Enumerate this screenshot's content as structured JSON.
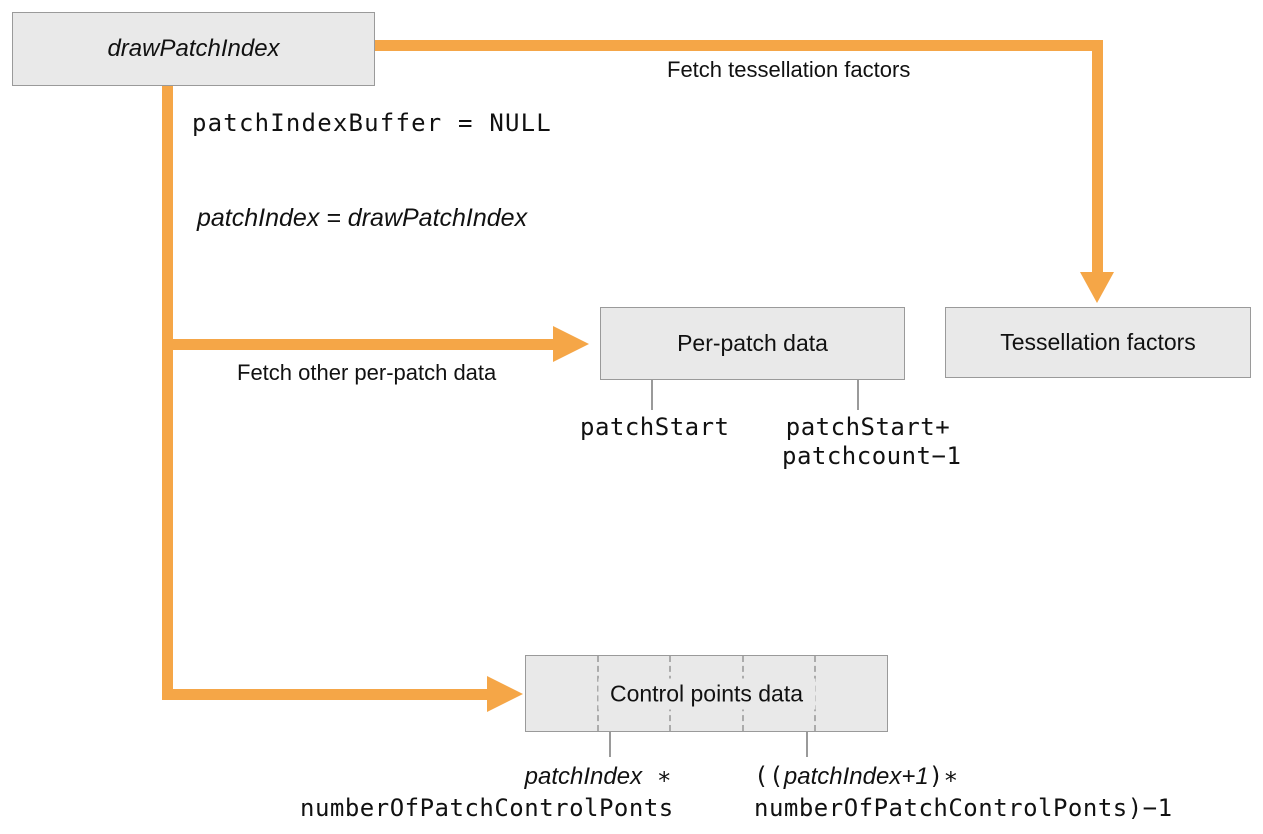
{
  "diagram": {
    "boxes": {
      "draw_patch_index": {
        "label": "drawPatchIndex"
      },
      "per_patch": {
        "label": "Per-patch data"
      },
      "tessellation": {
        "label": "Tessellation factors"
      },
      "control_points": {
        "label": "Control points data"
      }
    },
    "arrow_labels": {
      "fetch_tessellation": "Fetch tessellation factors",
      "fetch_per_patch": "Fetch other per-patch data"
    },
    "statements": {
      "buffer_null": "patchIndexBuffer = NULL",
      "index_assign": "patchIndex = drawPatchIndex"
    },
    "per_patch_range": {
      "start": "patchStart",
      "end_line1": "patchStart+",
      "end_line2": "patchcount−1"
    },
    "control_range": {
      "start_italic": "patchIndex",
      "start_op": " ∗",
      "start_line2": "numberOfPatchControlPonts",
      "end_prefix": "((",
      "end_italic": "patchIndex+1",
      "end_suffix": ")∗",
      "end_line2": "numberOfPatchControlPonts)−1"
    },
    "colors": {
      "arrow": "#F5A647",
      "box_fill": "#E9E9E9",
      "box_border": "#9A9A9A"
    }
  }
}
